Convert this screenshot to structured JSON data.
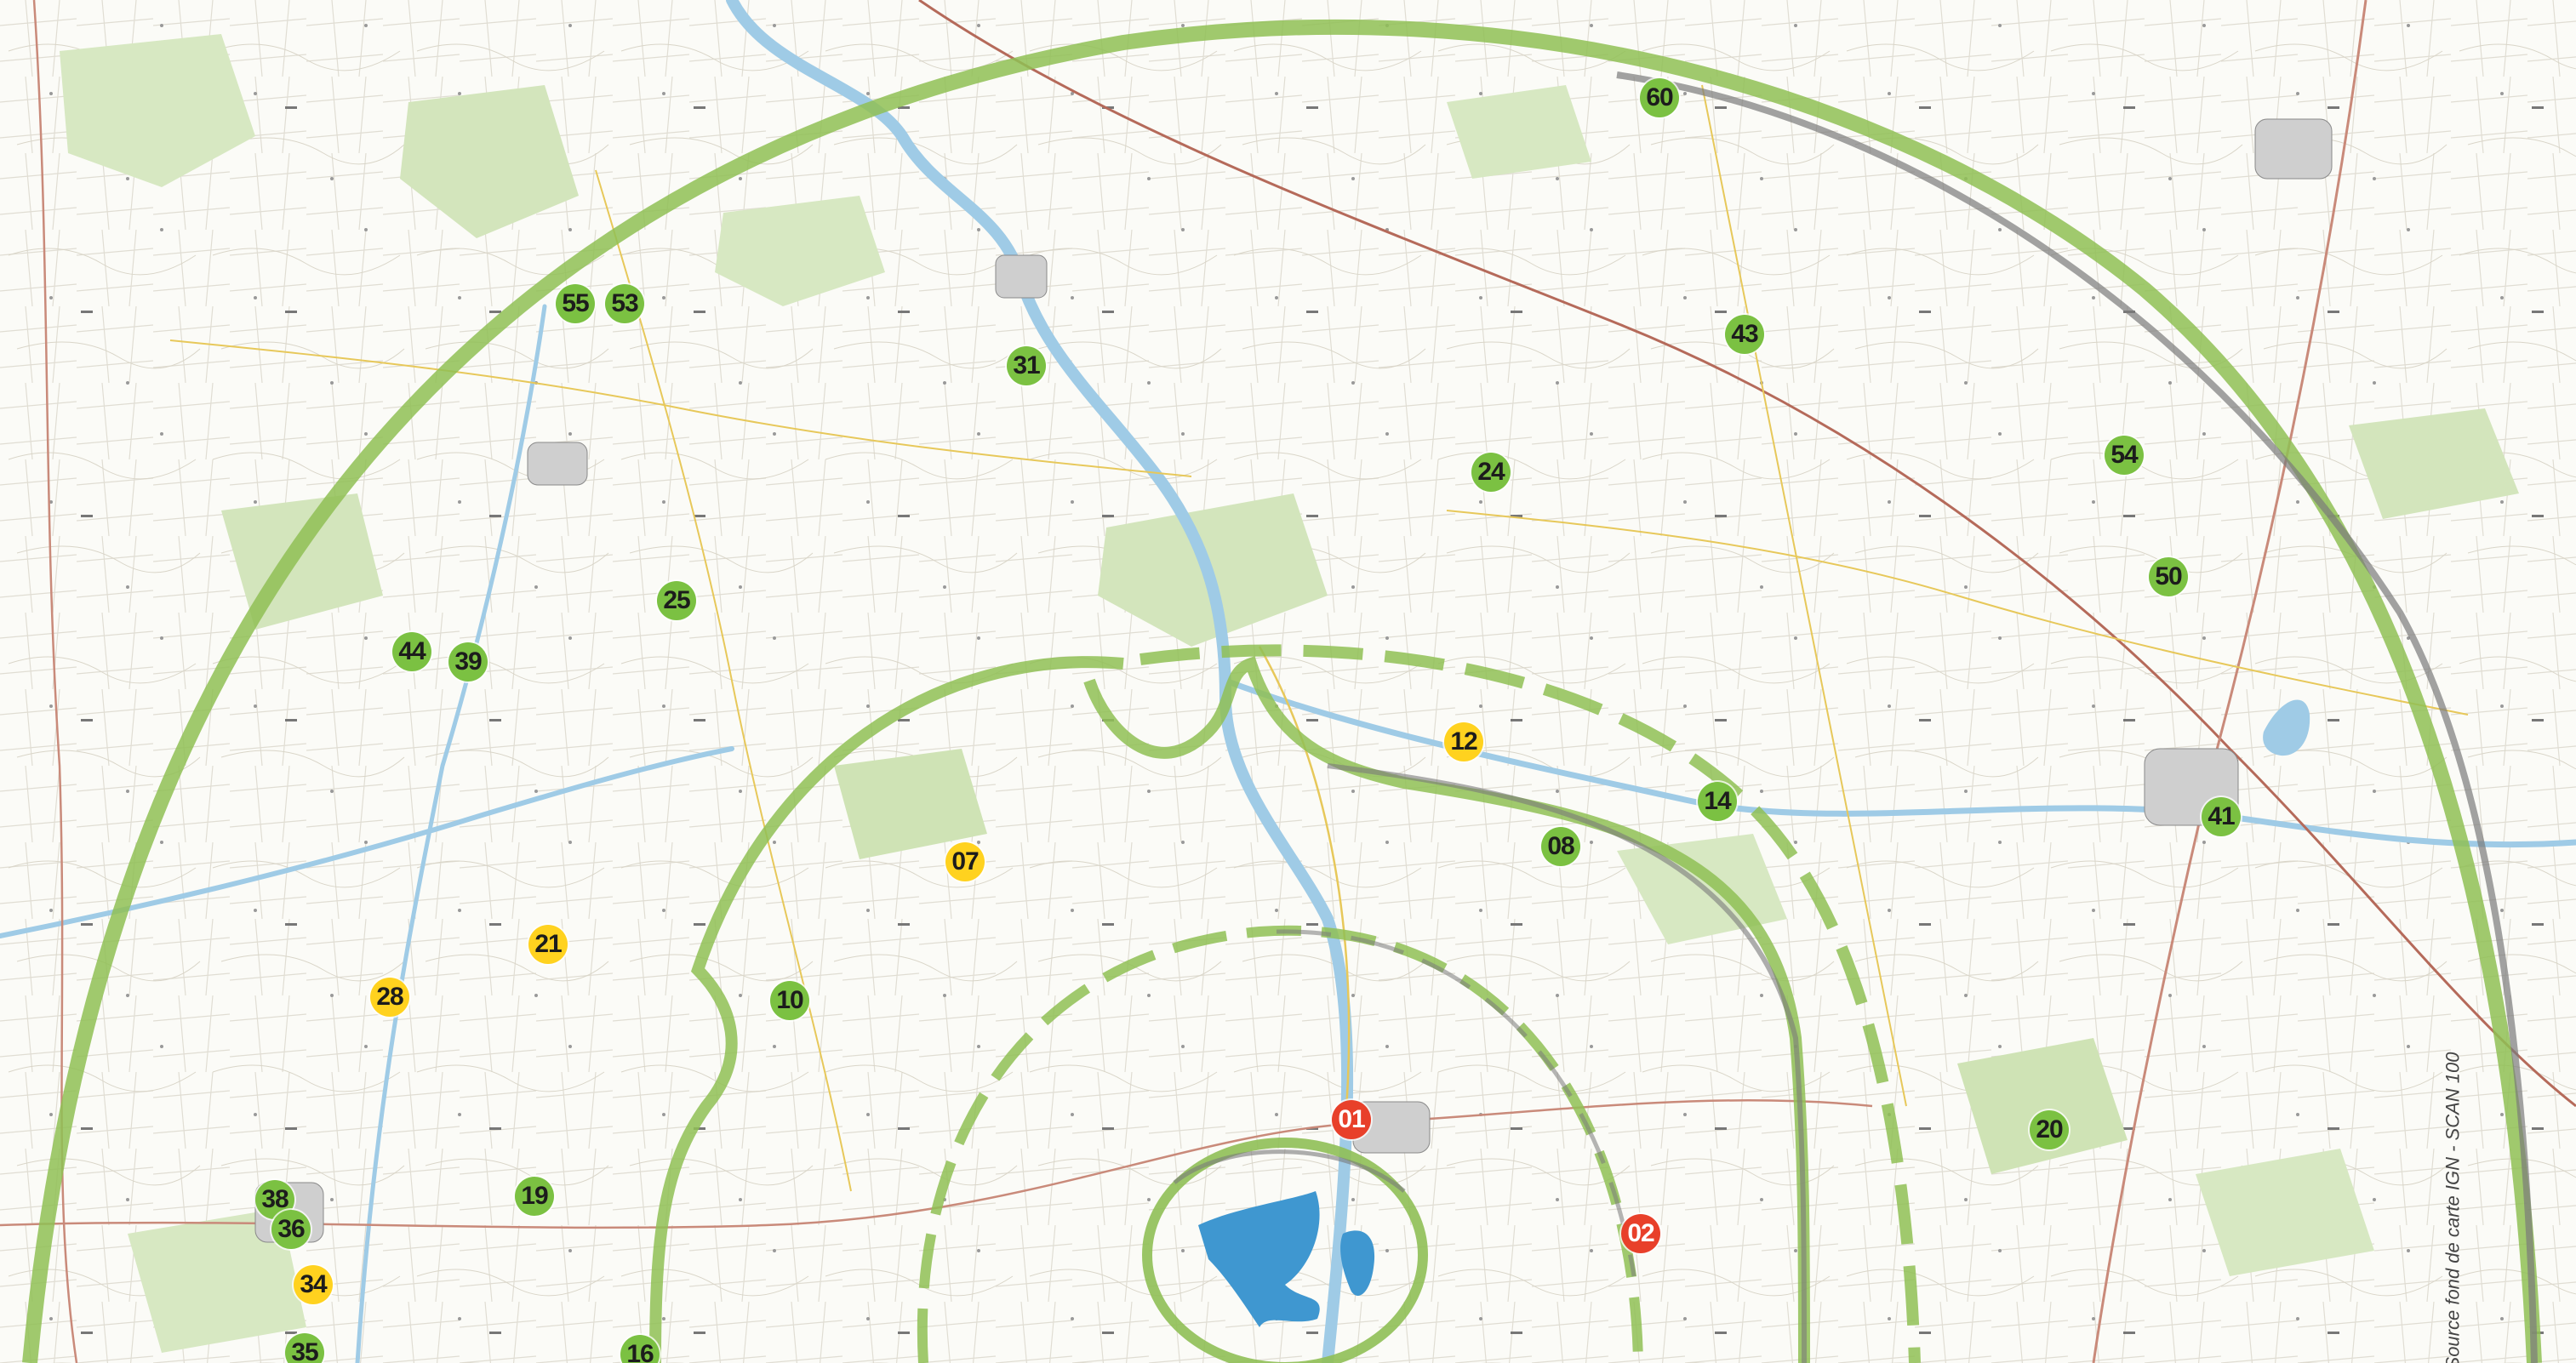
{
  "source_credit": "Source fond de carte IGN - SCAN 100",
  "colors": {
    "green": "#7bc142",
    "yellow": "#ffd21f",
    "red": "#e8402a",
    "ring_green": "#8fbf55",
    "ring_grey": "#7a7a7a",
    "water": "#3f97d0",
    "river": "#9fcbe6",
    "forest": "#cfe3b5"
  },
  "legend_categories": [
    "green",
    "yellow",
    "red"
  ],
  "markers": [
    {
      "id": "60",
      "label": "60",
      "color": "green"
    },
    {
      "id": "55",
      "label": "55",
      "color": "green"
    },
    {
      "id": "53",
      "label": "53",
      "color": "green"
    },
    {
      "id": "31",
      "label": "31",
      "color": "green"
    },
    {
      "id": "43",
      "label": "43",
      "color": "green"
    },
    {
      "id": "54",
      "label": "54",
      "color": "green"
    },
    {
      "id": "24",
      "label": "24",
      "color": "green"
    },
    {
      "id": "50",
      "label": "50",
      "color": "green"
    },
    {
      "id": "25",
      "label": "25",
      "color": "green"
    },
    {
      "id": "44",
      "label": "44",
      "color": "green"
    },
    {
      "id": "39",
      "label": "39",
      "color": "green"
    },
    {
      "id": "12",
      "label": "12",
      "color": "yellow"
    },
    {
      "id": "14",
      "label": "14",
      "color": "green"
    },
    {
      "id": "41",
      "label": "41",
      "color": "green"
    },
    {
      "id": "07",
      "label": "07",
      "color": "yellow"
    },
    {
      "id": "08",
      "label": "08",
      "color": "green"
    },
    {
      "id": "21",
      "label": "21",
      "color": "yellow"
    },
    {
      "id": "28",
      "label": "28",
      "color": "yellow"
    },
    {
      "id": "10",
      "label": "10",
      "color": "green"
    },
    {
      "id": "01",
      "label": "01",
      "color": "red"
    },
    {
      "id": "20",
      "label": "20",
      "color": "green"
    },
    {
      "id": "38",
      "label": "38",
      "color": "green"
    },
    {
      "id": "36",
      "label": "36",
      "color": "green"
    },
    {
      "id": "19",
      "label": "19",
      "color": "green"
    },
    {
      "id": "02",
      "label": "02",
      "color": "red"
    },
    {
      "id": "34",
      "label": "34",
      "color": "yellow"
    },
    {
      "id": "35",
      "label": "35",
      "color": "green"
    },
    {
      "id": "16",
      "label": "16",
      "color": "green"
    }
  ]
}
